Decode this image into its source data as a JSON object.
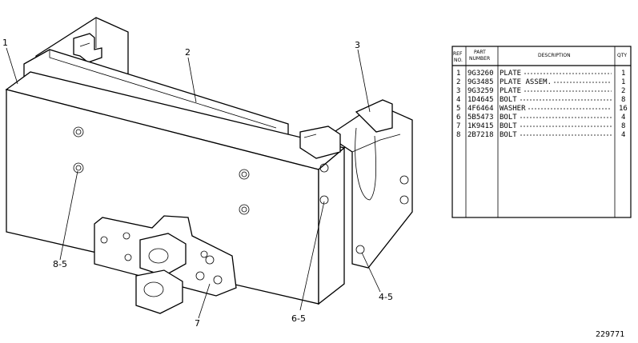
{
  "callouts": {
    "c1": "1",
    "c2": "2",
    "c3": "3",
    "c8_5": "8-5",
    "c7": "7",
    "c6_5": "6-5",
    "c4_5": "4-5"
  },
  "figure_number": "229771",
  "parts_table": {
    "headers": {
      "ref_line1": "REF",
      "ref_line2": "NO.",
      "part_line1": "PART",
      "part_line2": "NUMBER",
      "description": "DESCRIPTION",
      "qty": "QTY"
    },
    "rows": [
      {
        "ref": "1",
        "part": "9G3260",
        "desc": "PLATE",
        "qty": "1"
      },
      {
        "ref": "2",
        "part": "9G3485",
        "desc": "PLATE ASSEM.",
        "qty": "1"
      },
      {
        "ref": "3",
        "part": "9G3259",
        "desc": "PLATE",
        "qty": "2"
      },
      {
        "ref": "4",
        "part": "1D4645",
        "desc": "BOLT",
        "qty": "8"
      },
      {
        "ref": "5",
        "part": "4F6464",
        "desc": "WASHER",
        "qty": "16"
      },
      {
        "ref": "6",
        "part": "5B5473",
        "desc": "BOLT",
        "qty": "4"
      },
      {
        "ref": "7",
        "part": "1K9415",
        "desc": "BOLT",
        "qty": "8"
      },
      {
        "ref": "8",
        "part": "2B7218",
        "desc": "BOLT",
        "qty": "4"
      }
    ]
  }
}
